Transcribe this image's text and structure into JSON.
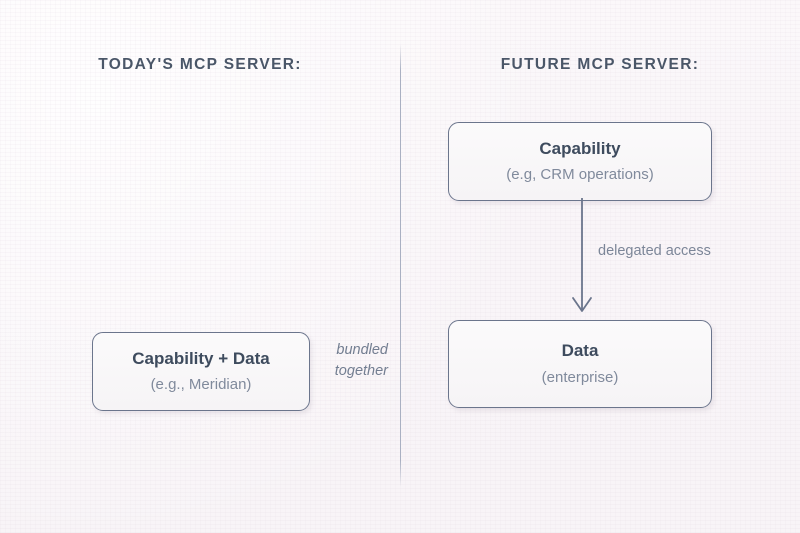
{
  "diagram": {
    "title_left": "TODAY'S MCP SERVER:",
    "title_right": "FUTURE MCP SERVER:",
    "left_panel": {
      "node": {
        "title": "Capability + Data",
        "subtitle": "(e.g., Meridian)"
      },
      "annotation_line1": "bundled",
      "annotation_line2": "together"
    },
    "right_panel": {
      "node_top": {
        "title": "Capability",
        "subtitle": "(e.g, CRM operations)"
      },
      "node_bottom": {
        "title": "Data",
        "subtitle": "(enterprise)"
      },
      "arrow_label": "delegated access"
    },
    "colors": {
      "background": "#faf6f8",
      "heading_text": "#4a5668",
      "node_border": "#6b758c",
      "node_title_text": "#3e4b5e",
      "node_subtitle_text": "#808a9c",
      "divider": "#a9b0c2",
      "arrow": "#6b758c",
      "annotation_text": "#737e91"
    }
  }
}
